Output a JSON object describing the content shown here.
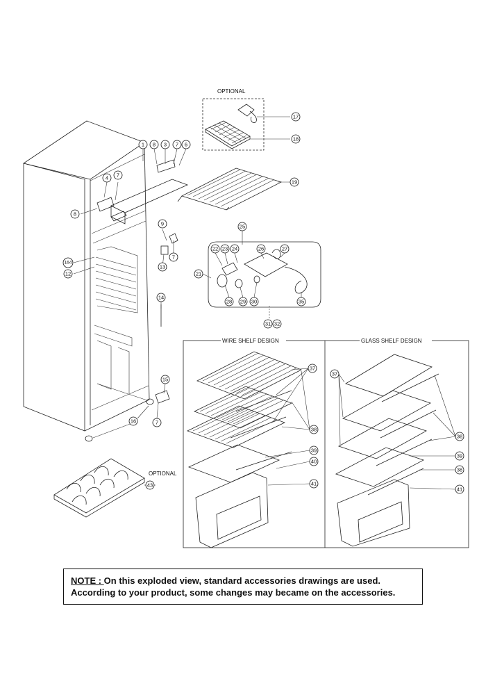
{
  "labels": {
    "optional_top": "OPTIONAL",
    "optional_bottom": "OPTIONAL",
    "wire_shelf_design": "WIRE SHELF DESIGN",
    "glass_shelf_design": "GLASS SHELF DESIGN"
  },
  "note": {
    "prefix": "NOTE : ",
    "line1_rest": "On this exploded view, standard accessories drawings are used.",
    "line2": "According to your product, some changes may became on the accessories."
  },
  "callouts": {
    "c1": "1",
    "c3": "3",
    "c4": "4",
    "c6": "6",
    "c7": "7",
    "c8": "8",
    "c9": "9",
    "c12": "12",
    "c13": "13",
    "c14": "14",
    "c15": "15",
    "c16": "16",
    "c164": "164",
    "c17": "17",
    "c18": "18",
    "c19": "19",
    "c21": "21",
    "c22": "22",
    "c23": "23",
    "c24": "24",
    "c25": "25",
    "c26": "26",
    "c27": "27",
    "c28": "28",
    "c29": "29",
    "c30": "30",
    "c31": "31",
    "c32": "32",
    "c35": "35",
    "c37": "37",
    "c38": "38",
    "c39": "39",
    "c40": "40",
    "c41": "41",
    "c43": "43"
  }
}
